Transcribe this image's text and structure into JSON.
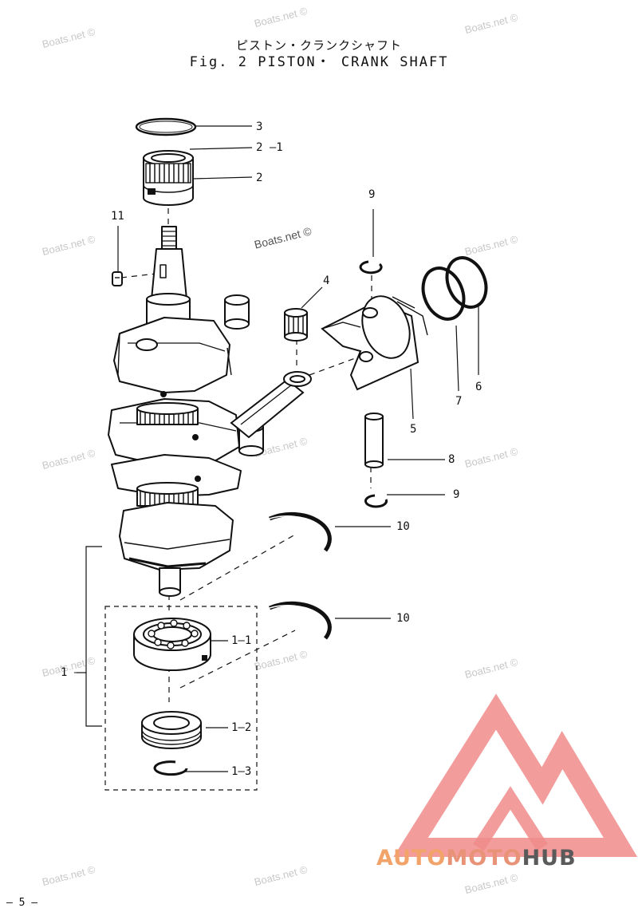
{
  "title_jp": "ピストン・クランクシャフト",
  "title_en": "Fig. 2  PISTON・ CRANK  SHAFT",
  "page_number": "– 5 –",
  "watermark": "Boats.net ©",
  "callouts": {
    "c3": "3",
    "c2_1": "2 –1",
    "c2": "2",
    "c11": "11",
    "c9_top": "9",
    "c4": "4",
    "c5": "5",
    "c6": "6",
    "c7": "7",
    "c8": "8",
    "c9_bottom": "9",
    "c10_top": "10",
    "c10_bottom": "10",
    "c1": "1 –",
    "c1_1": "1–1",
    "c1_2": "1–2",
    "c1_3": "1–3"
  },
  "logo": {
    "part1": "AUTO",
    "part2": "MOTO",
    "part3": "HUB"
  },
  "colors": {
    "logo_red": "#f08b8b",
    "logo_orange": "#f2a36a",
    "logo_gray": "#5a5a5a"
  }
}
